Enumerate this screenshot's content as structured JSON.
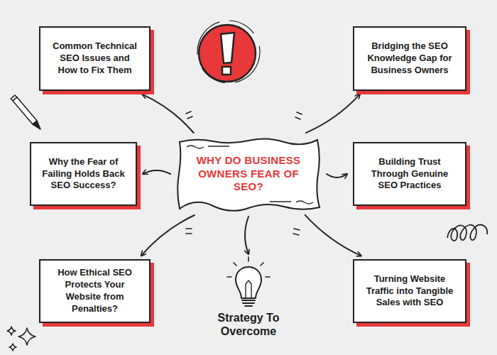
{
  "diagram": {
    "nodes": [
      {
        "text": [
          "Common Technical SEO Issues and How to Fix Them"
        ]
      },
      {
        "text": [
          "Bridging the SEO Knowledge Gap for Business Owners"
        ]
      },
      {
        "text": [
          "Why the Fear of Failing Holds Back SEO Success?"
        ]
      },
      {
        "text": [
          "WHY DO BUSINESS OWNERS FEAR OF SEO?"
        ]
      },
      {
        "text": [
          "Building Trust Through Genuine SEO Practices"
        ]
      },
      {
        "text": [
          "How Ethical SEO Protects Your Website from Penalties?"
        ]
      },
      {
        "text": [
          "Strategy To Overcome"
        ]
      },
      {
        "text": [
          "Turning Website Traffic into Tangible Sales with SEO"
        ]
      }
    ],
    "edges": [
      {
        "from": 3,
        "to": 0,
        "arrow": "to"
      },
      {
        "from": 3,
        "to": 1,
        "arrow": "to"
      },
      {
        "from": 3,
        "to": 2,
        "arrow": "to"
      },
      {
        "from": 3,
        "to": 4,
        "arrow": "to"
      },
      {
        "from": 3,
        "to": 5,
        "arrow": "to"
      },
      {
        "from": 3,
        "to": 6,
        "arrow": "to"
      },
      {
        "from": 3,
        "to": 7,
        "arrow": "to"
      }
    ]
  }
}
